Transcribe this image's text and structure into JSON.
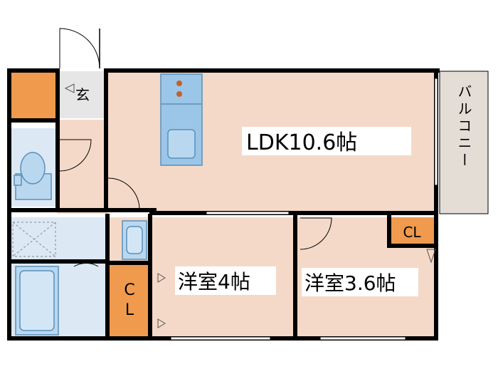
{
  "labels": {
    "genkan": "玄",
    "ldk": "LDK10.6帖",
    "balcony": "バルコニー",
    "cl_top": "CL",
    "cl_left_c": "C",
    "cl_left_l": "L",
    "youshitsu4": "洋室4帖",
    "youshitsu36": "洋室3.6帖"
  },
  "colors": {
    "floor": "#f5d9c8",
    "storage": "#f09a4e",
    "wet": "#dce8f4",
    "fixture": "#9cc6e8",
    "fixture_stroke": "#5a8fb8",
    "balcony": "#e3ddd6",
    "wall": "#000000",
    "knob": "#c0622b",
    "hatch": "#d6d6d6"
  }
}
